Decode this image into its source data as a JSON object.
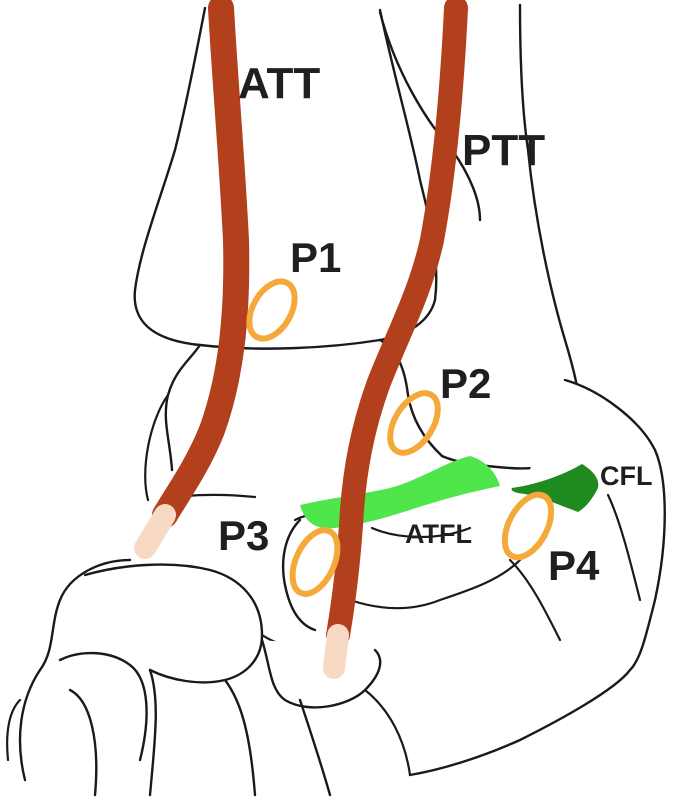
{
  "labels": {
    "att": "ATT",
    "ptt": "PTT",
    "p1": "P1",
    "p2": "P2",
    "p3": "P3",
    "p4": "P4",
    "atfl": "ATFL",
    "cfl": "CFL"
  },
  "colors": {
    "tendon": "#b2401c",
    "tendon_end": "#f7d9c4",
    "portal": "#f5a93a",
    "atfl": "#4ee64a",
    "cfl": "#1f8a1f",
    "outline": "#1a1a1a"
  }
}
